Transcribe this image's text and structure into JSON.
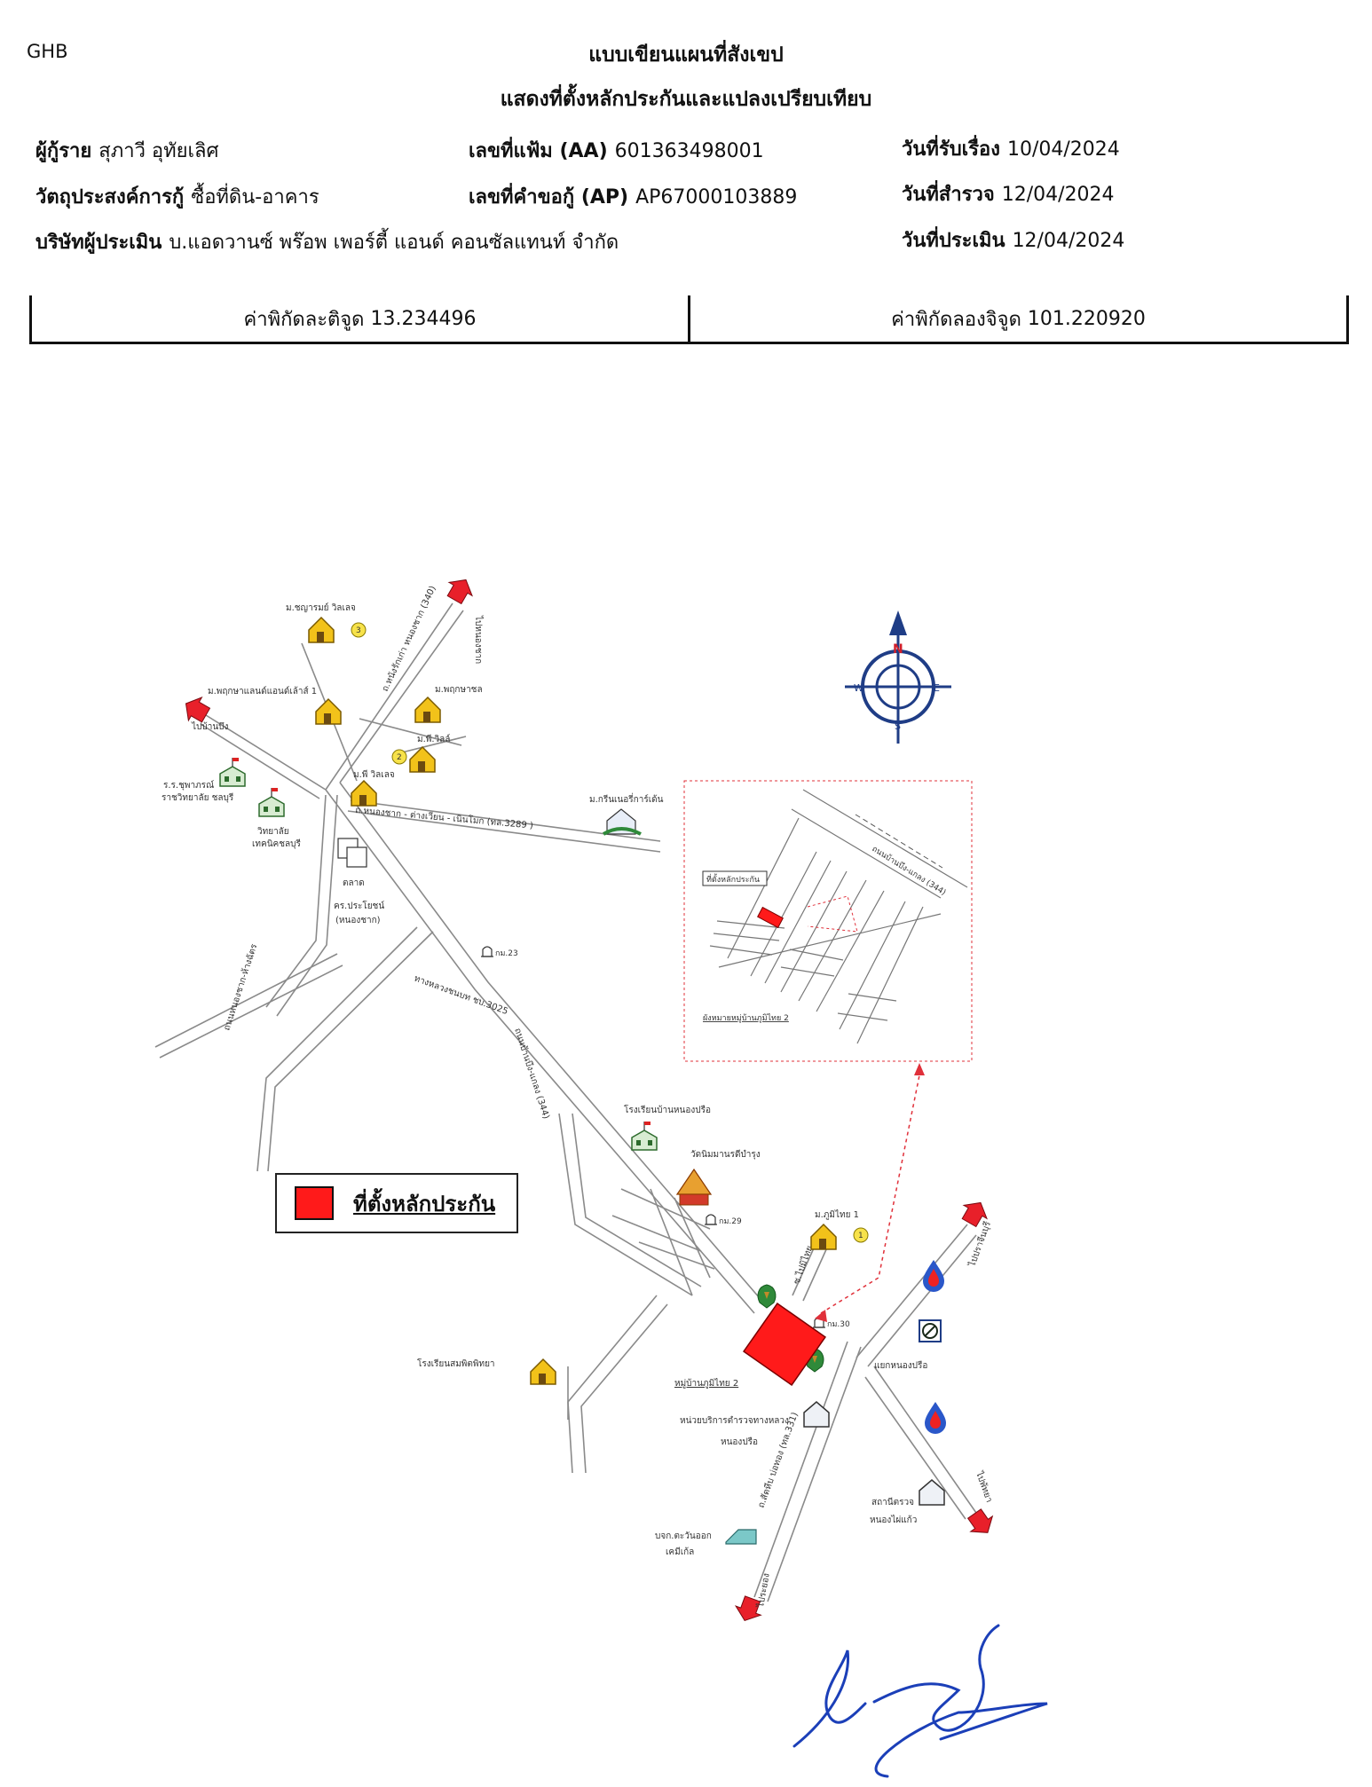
{
  "header": {
    "corner_code": "GHB",
    "title_line1": "แบบเขียนแผนที่สังเขป",
    "title_line2": "แสดงที่ตั้งหลักประกันและแปลงเปรียบเทียบ"
  },
  "fields": {
    "borrower_label": "ผู้กู้ราย",
    "borrower_value": "สุภาวี อุทัยเลิศ",
    "file_no_label": "เลขที่แฟ้ม (AA)",
    "file_no_value": "601363498001",
    "received_label": "วันที่รับเรื่อง",
    "received_value": "10/04/2024",
    "purpose_label": "วัตถุประสงค์การกู้",
    "purpose_value": "ซื้อที่ดิน-อาคาร",
    "request_no_label": "เลขที่คำขอกู้ (AP)",
    "request_no_value": "AP67000103889",
    "survey_label": "วันที่สำรวจ",
    "survey_value": "12/04/2024",
    "appraiser_label": "บริษัทผู้ประเมิน",
    "appraiser_value": "บ.แอดวานซ์ พร๊อพ เพอร์ตี้ แอนด์ คอนซัลแทนท์ จำกัด",
    "appraisal_label": "วันที่ประเมิน",
    "appraisal_value": "12/04/2024"
  },
  "coordinates": {
    "latitude_label": "ค่าพิกัดละติจูด",
    "latitude_value": "13.234496",
    "longitude_label": "ค่าพิกัดลองจิจูด",
    "longitude_value": "101.220920"
  },
  "map_labels": {
    "village_chayaram": "ม.ชญารมย์ วิลเลจ",
    "village_pruksa_land": "ม.พฤกษาแลนด์แอนด์เล้าส์ 1",
    "village_pruksa": "ม.พฤกษาชล",
    "village_pv": "ม.พี.วิลล์",
    "village_pt": "ม.พี วิลเลจ",
    "village_green": "ม.กรีนเนอรี่การ์เด้น",
    "school_chuparn_1": "ร.ร.ชุพาภรณ์",
    "school_chuparn_2": "ราชวิทยาลัย ชลบุรี",
    "college_1": "วิทยาลัย",
    "college_2": "เทคนิคชลบุรี",
    "market_1": "ตลาด",
    "market_2": "คร.ประโยชน์",
    "market_3": "(หนองชาก)",
    "road_nongchak": "ถ.หนองชาก - ต่างเวียน - เนินโมก (ทล.3289 )",
    "road_banbung": "ถ.หนังรักเก่า หนองชาก (340)",
    "road_hw3025": "ทางหลวงชนบท ชบ.3025",
    "road_main344": "ถนนบ้านบึง-แกลง (344)",
    "road_nongkhai": "ถนนหนองชาก-ห้างฉัตร",
    "road_sattahip": "ถ.สัตหีบ บ่อทอง (ทล.331)",
    "dir_ban_bueng_top": "ไปหนองชาก",
    "dir_ban_bueng_left": "ไปบ้านบึง",
    "dir_chonburi": "ไปปราจีนบุรี",
    "dir_pattaya": "ไปพัทยา",
    "dir_rayong": "ไประยอง",
    "km_23": "กม.23",
    "km_29": "กม.29",
    "km_30": "กม.30",
    "school_nongpruek": "โรงเรียนบ้านหนองปรือ",
    "temple": "วัดนิมมานรดีบำรุง",
    "village_bhumi1": "ม.ภูมิไทย 1",
    "soi_bhumi": "ซ.ไปมิไทย",
    "village_bhumi2": "หมู่บ้านภูมิไทย 2",
    "junction": "แยกหนองปรือ",
    "school_sompit": "โรงเรียนสมพิตพิทยา",
    "police_1": "หน่วยบริการตำรวจทางหลวง",
    "police_2": "หนองปรือ",
    "station_1": "สถานีตรวจ",
    "station_2": "หนองไผ่แก้ว",
    "chem_1": "บจก.ตะวันออก",
    "chem_2": "เคมีเก้ล",
    "inset_road": "ถนนบ้านบึง-แกลง (344)",
    "inset_collateral": "ที่ตั้งหลักประกัน",
    "inset_caption": "ผังหมายหมู่บ้านภูมิไทย 2",
    "compass_n": "N",
    "compass_e": "E",
    "compass_s": "S",
    "compass_w": "W",
    "num_1": "1",
    "num_2": "2",
    "num_3": "3"
  },
  "legend": {
    "label": "ที่ตั้งหลักประกัน",
    "color": "#ff1a1a"
  },
  "colors": {
    "road": "#8a8a8a",
    "collateral": "#ff1a1a",
    "direction_arrow": "#e8202a",
    "house": "#f2c21a",
    "compass": "#1f3d86",
    "signature": "#1b3fb8"
  }
}
